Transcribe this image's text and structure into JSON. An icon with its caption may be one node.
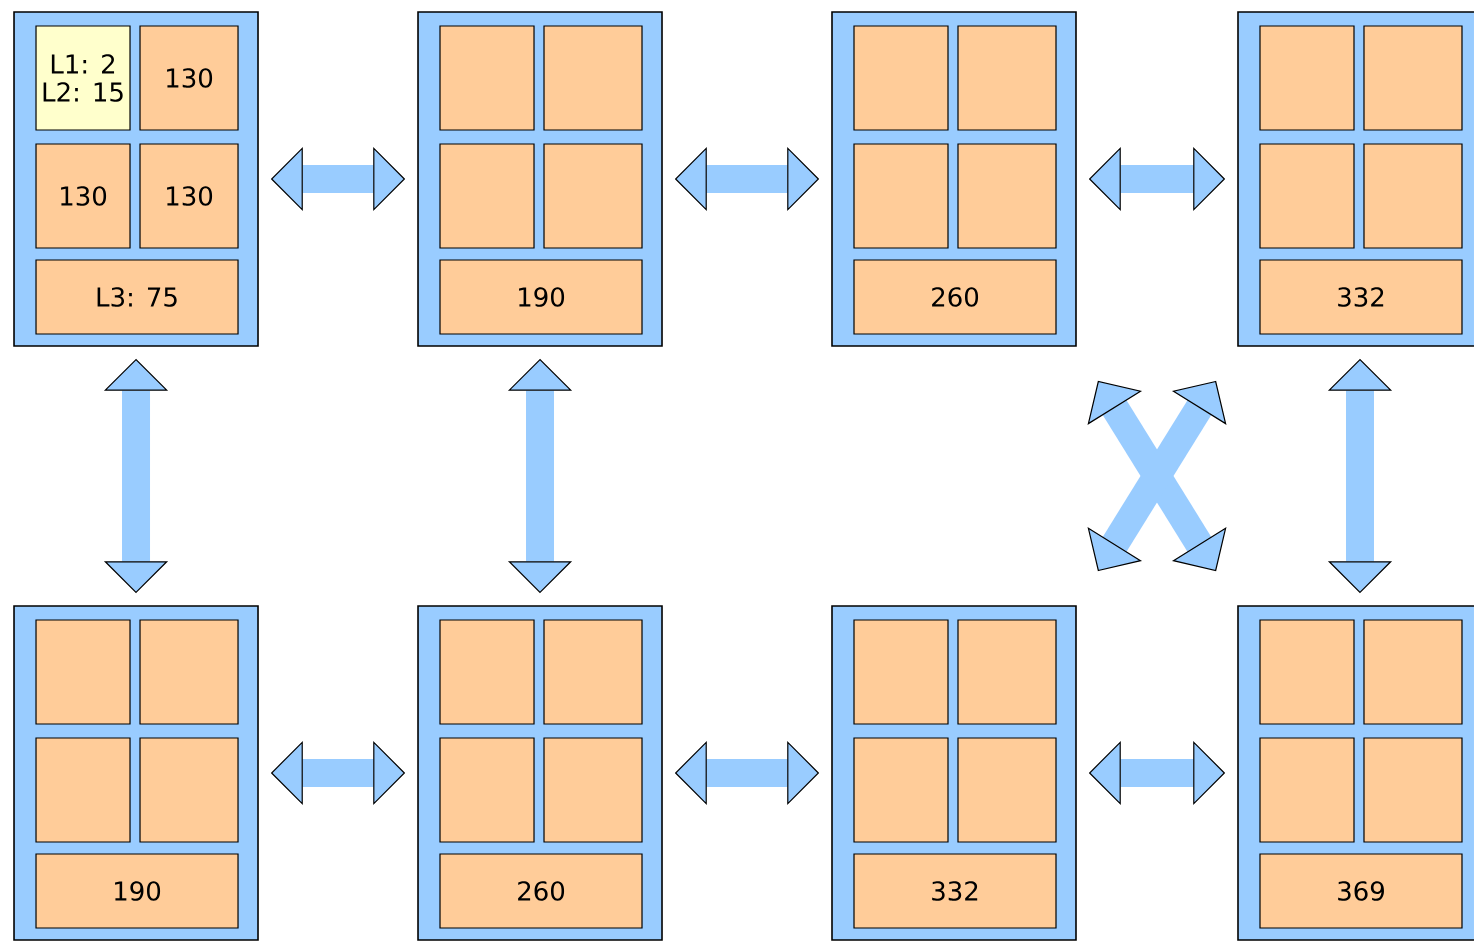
{
  "diagram": {
    "nodes": [
      {
        "text": [],
        "shape": "box"
      },
      {
        "text": [
          "L1: 2",
          "L2: 15"
        ],
        "in": 0
      },
      {
        "text": [
          "130"
        ],
        "in": 0
      },
      {
        "text": [
          "130"
        ],
        "in": 0
      },
      {
        "text": [
          "130"
        ],
        "in": 0
      },
      {
        "text": [
          "L3: 75"
        ],
        "in": 0
      },
      {
        "text": [],
        "shape": "box"
      },
      {
        "text": [],
        "shape": "box",
        "in": 6
      },
      {
        "text": [],
        "shape": "box",
        "in": 6
      },
      {
        "text": [],
        "shape": "box",
        "in": 6
      },
      {
        "text": [],
        "shape": "box",
        "in": 6
      },
      {
        "text": [
          "190"
        ],
        "in": 6
      },
      {
        "text": [],
        "shape": "box"
      },
      {
        "text": [],
        "shape": "box",
        "in": 12
      },
      {
        "text": [],
        "shape": "box",
        "in": 12
      },
      {
        "text": [],
        "shape": "box",
        "in": 12
      },
      {
        "text": [],
        "shape": "box",
        "in": 12
      },
      {
        "text": [
          "260"
        ],
        "in": 12
      },
      {
        "text": [],
        "shape": "box"
      },
      {
        "text": [],
        "shape": "box",
        "in": 18
      },
      {
        "text": [],
        "shape": "box",
        "in": 18
      },
      {
        "text": [],
        "shape": "box",
        "in": 18
      },
      {
        "text": [],
        "shape": "box",
        "in": 18
      },
      {
        "text": [
          "332"
        ],
        "in": 18
      },
      {
        "text": [],
        "shape": "box"
      },
      {
        "text": [],
        "shape": "box",
        "in": 24
      },
      {
        "text": [],
        "shape": "box",
        "in": 24
      },
      {
        "text": [],
        "shape": "box",
        "in": 24
      },
      {
        "text": [],
        "shape": "box",
        "in": 24
      },
      {
        "text": [
          "190"
        ],
        "in": 24
      },
      {
        "text": [],
        "shape": "box"
      },
      {
        "text": [],
        "shape": "box",
        "in": 30
      },
      {
        "text": [],
        "shape": "box",
        "in": 30
      },
      {
        "text": [],
        "shape": "box",
        "in": 30
      },
      {
        "text": [],
        "shape": "box",
        "in": 30
      },
      {
        "text": [
          "260"
        ],
        "in": 30
      },
      {
        "text": [],
        "shape": "box"
      },
      {
        "text": [],
        "shape": "box",
        "in": 36
      },
      {
        "text": [],
        "shape": "box",
        "in": 36
      },
      {
        "text": [],
        "shape": "box",
        "in": 36
      },
      {
        "text": [],
        "shape": "box",
        "in": 36
      },
      {
        "text": [
          "332"
        ],
        "in": 36
      },
      {
        "text": [],
        "shape": "box"
      },
      {
        "text": [],
        "shape": "box",
        "in": 42
      },
      {
        "text": [],
        "shape": "box",
        "in": 42
      },
      {
        "text": [],
        "shape": "box",
        "in": 42
      },
      {
        "text": [],
        "shape": "box",
        "in": 42
      },
      {
        "text": [
          "369"
        ],
        "in": 42
      }
    ],
    "edges": [
      {
        "from": 0,
        "to": 6,
        "arrow": "both"
      },
      {
        "from": 6,
        "to": 12,
        "arrow": "both"
      },
      {
        "from": 12,
        "to": 18,
        "arrow": "both"
      },
      {
        "from": 0,
        "to": 24,
        "arrow": "both"
      },
      {
        "from": 6,
        "to": 30,
        "arrow": "both"
      },
      {
        "from": 12,
        "to": 42,
        "arrow": "both"
      },
      {
        "from": 18,
        "to": 36,
        "arrow": "both"
      },
      {
        "from": 18,
        "to": 42,
        "arrow": "both"
      },
      {
        "from": 24,
        "to": 30,
        "arrow": "both"
      },
      {
        "from": 30,
        "to": 36,
        "arrow": "both"
      },
      {
        "from": 36,
        "to": 42,
        "arrow": "both"
      }
    ]
  }
}
